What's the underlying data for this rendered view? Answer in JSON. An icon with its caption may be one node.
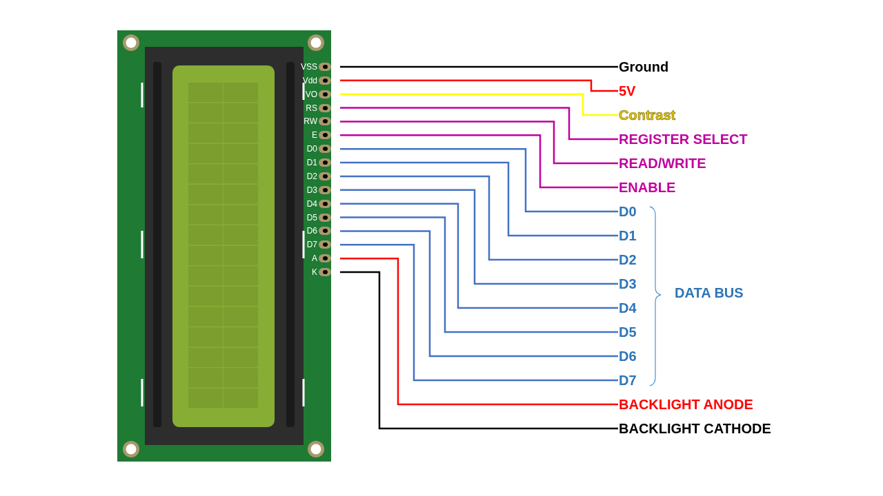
{
  "diagram": {
    "nodes": [
      {
        "text": [
          "VSS"
        ]
      },
      {
        "text": [
          "Vdd"
        ]
      },
      {
        "text": [
          "VO"
        ]
      },
      {
        "text": [
          "RS"
        ]
      },
      {
        "text": [
          "RW"
        ]
      },
      {
        "text": [
          "E"
        ]
      },
      {
        "text": [
          "D0"
        ]
      },
      {
        "text": [
          "D1"
        ]
      },
      {
        "text": [
          "D2"
        ]
      },
      {
        "text": [
          "D3"
        ]
      },
      {
        "text": [
          "D4"
        ]
      },
      {
        "text": [
          "D5"
        ]
      },
      {
        "text": [
          "D6"
        ]
      },
      {
        "text": [
          "D7"
        ]
      },
      {
        "text": [
          "A"
        ]
      },
      {
        "text": [
          "K"
        ]
      },
      {
        "text": [
          "Ground"
        ]
      },
      {
        "text": [
          "5V"
        ]
      },
      {
        "text": [
          "Contrast"
        ]
      },
      {
        "text": [
          "REGISTER SELECT"
        ]
      },
      {
        "text": [
          "READ/WRITE"
        ]
      },
      {
        "text": [
          "ENABLE"
        ]
      },
      {
        "text": [
          "D0"
        ]
      },
      {
        "text": [
          "D1"
        ]
      },
      {
        "text": [
          "D2"
        ]
      },
      {
        "text": [
          "D3"
        ]
      },
      {
        "text": [
          "D4"
        ]
      },
      {
        "text": [
          "D5"
        ]
      },
      {
        "text": [
          "D6"
        ]
      },
      {
        "text": [
          "D7"
        ]
      },
      {
        "text": [
          "BACKLIGHT ANODE"
        ]
      },
      {
        "text": [
          "BACKLIGHT CATHODE"
        ]
      }
    ],
    "edges": [
      {
        "from": 0,
        "to": 16,
        "arrow": "none",
        "color": "#000000"
      },
      {
        "from": 1,
        "to": 17,
        "arrow": "none",
        "color": "#ff0000"
      },
      {
        "from": 2,
        "to": 18,
        "arrow": "none",
        "color": "#ffff00"
      },
      {
        "from": 3,
        "to": 19,
        "arrow": "none",
        "color": "#c000a0"
      },
      {
        "from": 4,
        "to": 20,
        "arrow": "none",
        "color": "#c000a0"
      },
      {
        "from": 5,
        "to": 21,
        "arrow": "none",
        "color": "#c000a0"
      },
      {
        "from": 6,
        "to": 22,
        "arrow": "none"
      },
      {
        "from": 7,
        "to": 23,
        "arrow": "none"
      },
      {
        "from": 8,
        "to": 24,
        "arrow": "none"
      },
      {
        "from": 9,
        "to": 25,
        "arrow": "none"
      },
      {
        "from": 10,
        "to": 26,
        "arrow": "none"
      },
      {
        "from": 11,
        "to": 27,
        "arrow": "none"
      },
      {
        "from": 12,
        "to": 28,
        "arrow": "none"
      },
      {
        "from": 13,
        "to": 29,
        "arrow": "none"
      },
      {
        "from": 14,
        "to": 30,
        "arrow": "none",
        "color": "#ff0000"
      },
      {
        "from": 15,
        "to": 31,
        "arrow": "none",
        "color": "#000000"
      }
    ],
    "labels": [
      "DATA BUS"
    ]
  }
}
